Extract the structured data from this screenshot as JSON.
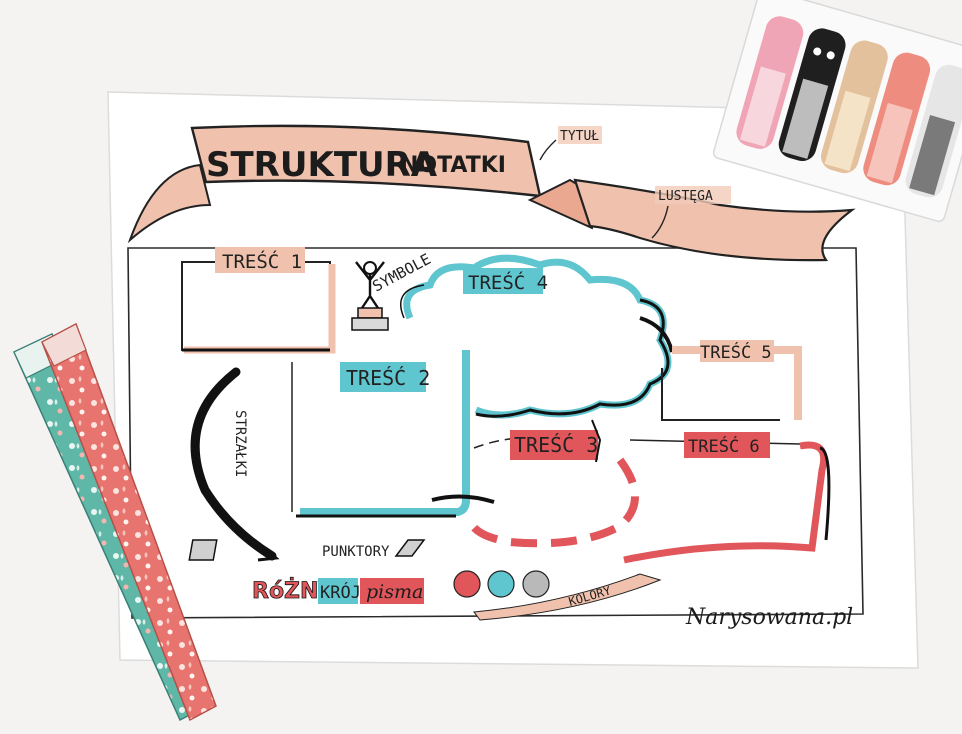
{
  "sketchnote": {
    "title_main": "STRUKTURA",
    "title_sub": "NOTATKI",
    "label_title": "TYTUŁ",
    "label_ribbon": "LUSTĘGA",
    "content_1": "TREŚĆ 1",
    "content_2": "TREŚĆ 2",
    "content_3": "TREŚĆ 3",
    "content_4": "TREŚĆ 4",
    "content_5": "TREŚĆ 5",
    "content_6": "TREŚĆ 6",
    "symbols": "SYMBOLE",
    "arrows": "STRZAŁKI",
    "bullets": "PUNKTORY",
    "font_1": "RóŻNY",
    "font_2": "KRÓJ",
    "font_3": "pisma",
    "colors_label": "KOLORY",
    "signature": "Narysowana.pl"
  },
  "palette": {
    "peach": "#f0c2ad",
    "teal": "#5fc5cf",
    "coral": "#e0565a",
    "gray": "#b9b9b9",
    "ink": "#1c1c1c"
  },
  "props": {
    "sticky_tabs": [
      "pink-cat-tab",
      "black-penguin-tab",
      "beige-dog-tab",
      "coral-cat-tab",
      "gray-cat-tab"
    ],
    "pens": [
      "teal-floral-pen",
      "coral-floral-pen"
    ]
  }
}
